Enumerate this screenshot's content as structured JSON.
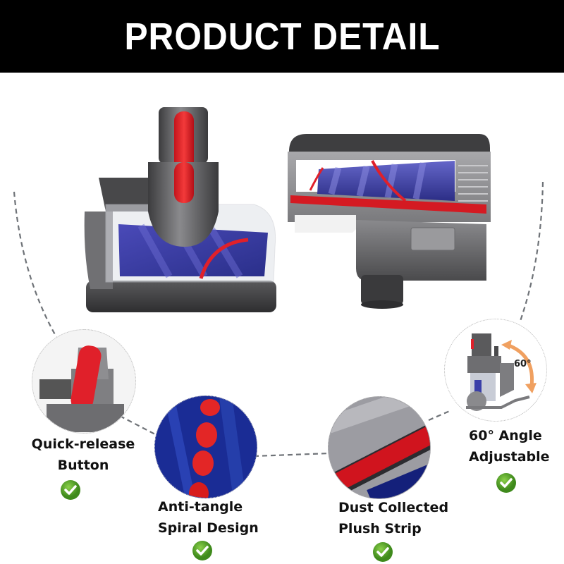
{
  "header": {
    "title": "PRODUCT DETAIL"
  },
  "colors": {
    "banner_bg": "#000000",
    "banner_text": "#ffffff",
    "accent_red": "#e0202a",
    "brush_blue": "#3a3fa8",
    "body_gray": "#6b6b6b",
    "check_green": "#5aa62a",
    "angle_arrow": "#f0a060"
  },
  "product_images": [
    {
      "name": "mini-motorhead-side-view",
      "description": "Mini turbo brush head, side view with red quick-release button"
    },
    {
      "name": "mini-motorhead-bottom-view",
      "description": "Brush head underside showing spiral roller and red plush strip"
    }
  ],
  "features": [
    {
      "id": "quick-release",
      "line1": "Quick-release",
      "line2": "Button",
      "icon": "check-icon"
    },
    {
      "id": "anti-tangle",
      "line1": "Anti-tangle",
      "line2": "Spiral Design",
      "icon": "check-icon"
    },
    {
      "id": "dust-strip",
      "line1": "Dust Collected",
      "line2": "Plush Strip",
      "icon": "check-icon"
    },
    {
      "id": "angle",
      "line1": "60° Angle",
      "line2": "Adjustable",
      "icon": "check-icon",
      "badge": "60°"
    }
  ]
}
